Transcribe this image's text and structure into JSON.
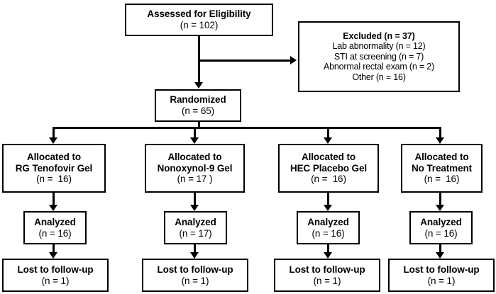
{
  "diagram": {
    "title": "CONSORT participant flow diagram",
    "colors": {
      "line": "#000000",
      "box_border": "#000000",
      "background": "#ffffff"
    },
    "nodes": {
      "assessed": {
        "heading": "Assessed for Eligibility",
        "count": "(n = 102)"
      },
      "excluded": {
        "heading": "Excluded (n = 37)",
        "reasons": [
          "Lab abnormality (n = 12)",
          "STI at screening (n = 7)",
          "Abnormal rectal exam (n = 2)",
          "Other (n = 16)"
        ]
      },
      "randomized": {
        "heading": "Randomized",
        "count": "(n = 65)"
      }
    },
    "arms": [
      {
        "allocated_line1": "Allocated to",
        "allocated_line2": "RG Tenofovir Gel",
        "allocated_count": "(n =  16)",
        "analyzed_label": "Analyzed",
        "analyzed_count": "(n = 16)",
        "lost_label": "Lost to follow-up",
        "lost_count": "(n = 1)"
      },
      {
        "allocated_line1": "Allocated to",
        "allocated_line2": "Nonoxynol-9 Gel",
        "allocated_count": "(n = 17 )",
        "analyzed_label": "Analyzed",
        "analyzed_count": "(n = 17)",
        "lost_label": "Lost to follow-up",
        "lost_count": "(n = 1)"
      },
      {
        "allocated_line1": "Allocated to",
        "allocated_line2": "HEC Placebo Gel",
        "allocated_count": "(n =  16)",
        "analyzed_label": "Analyzed",
        "analyzed_count": "(n = 16)",
        "lost_label": "Lost to follow-up",
        "lost_count": "(n = 1)"
      },
      {
        "allocated_line1": "Allocated to",
        "allocated_line2": "No Treatment",
        "allocated_count": "(n =  16)",
        "analyzed_label": "Analyzed",
        "analyzed_count": "(n = 16)",
        "lost_label": "Lost to follow-up",
        "lost_count": "(n = 1)"
      }
    ]
  },
  "chart_data": {
    "type": "diagram",
    "title": "CONSORT flow diagram",
    "stages": [
      {
        "name": "Assessed for Eligibility",
        "n": 102
      },
      {
        "name": "Excluded",
        "n": 37,
        "breakdown": [
          {
            "reason": "Lab abnormality",
            "n": 12
          },
          {
            "reason": "STI at screening",
            "n": 7
          },
          {
            "reason": "Abnormal rectal exam",
            "n": 2
          },
          {
            "reason": "Other",
            "n": 16
          }
        ]
      },
      {
        "name": "Randomized",
        "n": 65
      }
    ],
    "groups": [
      {
        "name": "RG Tenofovir Gel",
        "allocated": 16,
        "analyzed": 16,
        "lost_to_follow_up": 1
      },
      {
        "name": "Nonoxynol-9 Gel",
        "allocated": 17,
        "analyzed": 17,
        "lost_to_follow_up": 1
      },
      {
        "name": "HEC Placebo Gel",
        "allocated": 16,
        "analyzed": 16,
        "lost_to_follow_up": 1
      },
      {
        "name": "No Treatment",
        "allocated": 16,
        "analyzed": 16,
        "lost_to_follow_up": 1
      }
    ]
  }
}
